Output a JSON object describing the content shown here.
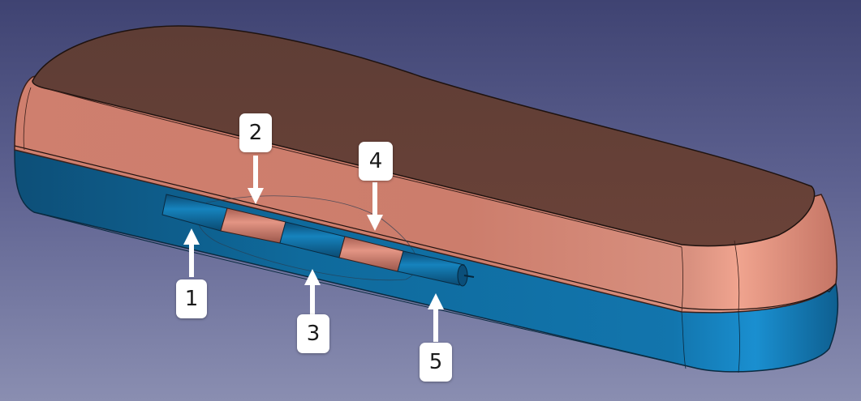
{
  "colors": {
    "background_top": "#3f4372",
    "background_bottom": "#8a8eb1",
    "lid_top": "#633f36",
    "lid_side": "#d08070",
    "base": "#0f6fa3",
    "base_highlight": "#1a8fd0",
    "callout_bg": "#ffffff",
    "arrow": "#ffffff"
  },
  "callouts": [
    {
      "label": "1"
    },
    {
      "label": "2"
    },
    {
      "label": "3"
    },
    {
      "label": "4"
    },
    {
      "label": "5"
    }
  ]
}
